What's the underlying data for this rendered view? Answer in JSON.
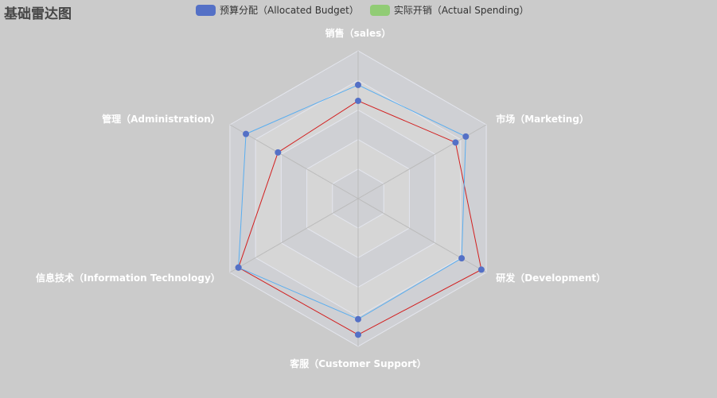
{
  "chart_data": {
    "type": "radar",
    "title": "基础雷达图",
    "legend_position": "top",
    "indicators": [
      {
        "name": "销售（sales）",
        "max": 6500
      },
      {
        "name": "管理（Administration）",
        "max": 16000
      },
      {
        "name": "信息技术（Information Technology）",
        "max": 30000
      },
      {
        "name": "客服（Customer Support）",
        "max": 38000
      },
      {
        "name": "研发（Development）",
        "max": 52000
      },
      {
        "name": "市场（Marketing）",
        "max": 25000
      }
    ],
    "series": [
      {
        "name": "预算分配（Allocated Budget）",
        "legend_color": "#5470c6",
        "line_color": "#d21e1e",
        "values": [
          4300,
          10000,
          28000,
          35000,
          50000,
          19000
        ]
      },
      {
        "name": "实际开销（Actual Spending）",
        "legend_color": "#91cc75",
        "line_color": "#5aaef0",
        "values": [
          5000,
          14000,
          28000,
          31000,
          42000,
          21000
        ]
      }
    ],
    "marker_color": "#5470c6",
    "split_number": 5
  }
}
